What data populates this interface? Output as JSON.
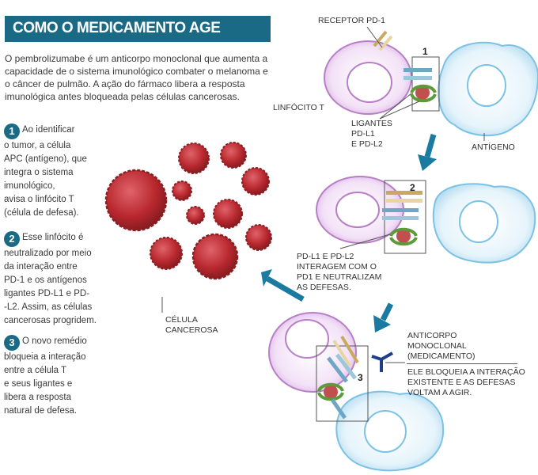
{
  "title": "COMO O MEDICAMENTO AGE",
  "intro": "O pembrolizumabe é um anticorpo monoclonal que aumenta a capacidade de o sistema imunológico combater o melanoma e o câncer de pulmão. A ação do fármaco libera a resposta imunológica antes bloqueada pelas células cancerosas.",
  "steps": [
    {
      "number": "1",
      "text": "Ao identificar\no tumor, a célula\nAPC (antígeno), que\nintegra o sistema\nimunológico,\navisa o linfócito T\n(célula de defesa)."
    },
    {
      "number": "2",
      "text": "Esse linfócito é\nneutralizado por meio\nda interação entre\nPD-1 e os antígenos\nligantes PD-L1 e PD-\n-L2. Assim, as células\ncancerosas progridem."
    },
    {
      "number": "3",
      "text": "O novo remédio\nbloqueia a interação\nentre a célula T\ne seus ligantes e\nlibera a resposta\nnatural de defesa."
    }
  ],
  "labels": {
    "receptor": "RECEPTOR PD-1",
    "linfocito": "LINFÓCITO T",
    "ligantes": "LIGANTES\nPD-L1\nE PD-L2",
    "antigeno": "ANTÍGENO",
    "interagem": "PD-L1 E PD-L2\nINTERAGEM COM O\nPD1 E NEUTRALIZAM\nAS DEFESAS.",
    "celula": "CÉLULA\nCANCEROSA",
    "anticorpo": "ANTICORPO\nMONOCLONAL\n(MEDICAMENTO)",
    "bloqueia": "ELE BLOQUEIA A INTERAÇÃO\nEXISTENTE E AS DEFESAS\nVOLTAM A AGIR."
  },
  "panel_numbers": [
    "1",
    "2",
    "3"
  ],
  "colors": {
    "title_bg": "#1a6a86",
    "arrow": "#1a7aa0",
    "lymphocyte": "#c98ad6",
    "antigen": "#8fcbe8",
    "cancer": "#b8282e"
  }
}
